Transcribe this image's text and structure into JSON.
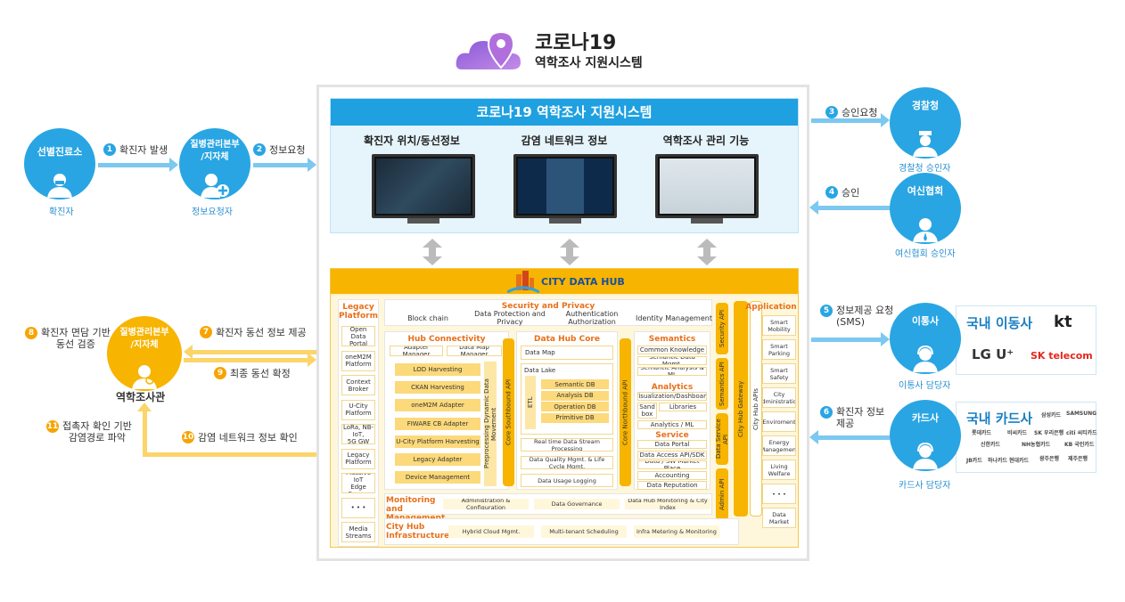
{
  "header": {
    "title": "코로나19",
    "subtitle": "역학조사 지원시스템"
  },
  "top_box": {
    "title": "코로나19 역학조사 지원시스템",
    "cols": [
      "확진자 위치/동선정보",
      "감염 네트워크 정보",
      "역학조사 관리 기능"
    ]
  },
  "left": {
    "clinic": {
      "title": "선별진료소",
      "caption": "확진자"
    },
    "kcdc_top": {
      "title": "질병관리본부\n/지자체",
      "caption": "정보요청자"
    },
    "kcdc_bottom": {
      "title": "질병관리본부\n/지자체",
      "caption": "역학조사관"
    },
    "steps": {
      "s1": "확진자 발생",
      "s2": "정보요청",
      "s7": "확진자 동선 정보 제공",
      "s8": "확진자 면담 기반\n동선 검증",
      "s9": "최종 동선 확정",
      "s10": "감염 네트워크 정보 확인",
      "s11": "접촉자 확인 기반\n감염경로 파악"
    },
    "nums": {
      "n1": "1",
      "n2": "2",
      "n7": "7",
      "n8": "8",
      "n9": "9",
      "n10": "10",
      "n11": "11"
    }
  },
  "right": {
    "police": {
      "title": "경찰청",
      "caption": "경찰청 승인자"
    },
    "credit": {
      "title": "여신협회",
      "caption": "여신협회 승인자"
    },
    "telco": {
      "title": "이통사",
      "caption": "이통사 담당자",
      "panel_title": "국내 이동사",
      "brands": [
        "kt",
        "LG U⁺",
        "SK telecom"
      ]
    },
    "card": {
      "title": "카드사",
      "caption": "카드사 담당자",
      "panel_title": "국내 카드사",
      "brands": [
        "삼성카드",
        "SAMSUNG",
        "롯데카드",
        "비씨카드",
        "SK 우리은행",
        "citi 씨티카드",
        "신한카드",
        "NH농협카드",
        "KB 국민카드",
        "JB카드",
        "하나카드",
        "현대카드",
        "광주은행",
        "제주은행"
      ]
    },
    "steps": {
      "s3": "승인요청",
      "s4": "승인",
      "s5": "정보제공 요청\n(SMS)",
      "s6": "확진자 정보\n제공"
    },
    "nums": {
      "n3": "3",
      "n4": "4",
      "n5": "5",
      "n6": "6"
    }
  },
  "cdh": {
    "logo": "CITY DATA HUB",
    "legacy": {
      "title": "Legacy\nPlatform",
      "items": [
        "Open Data\nPortal",
        "oneM2M\nPlatform",
        "Context\nBroker",
        "U-City\nPlatform",
        "LoRa, NB-IoT,\n5G GW",
        "Legacy\nPlatform",
        "Massive IoT\nEdge Server",
        "• • •",
        "Media\nStreams"
      ]
    },
    "security": {
      "title": "Security and Privacy",
      "items": [
        "Block chain",
        "Data Protection and Privacy",
        "Authentication Authorization",
        "Identity Management"
      ]
    },
    "hub_conn": {
      "title": "Hub Connectivity",
      "top": [
        "Adapter Manager",
        "Data Map Manager"
      ],
      "items": [
        "LOD Harvesting",
        "CKAN Harvesting",
        "oneM2M Adapter",
        "FIWARE CB Adapter",
        "U-City Platform Harvesting",
        "Legacy Adapter",
        "Device Management"
      ],
      "vbar": "Preprocessing Dynamic Data Movement"
    },
    "core": {
      "title": "Data Hub Core",
      "datamap": "Data Map",
      "datalake": "Data Lake",
      "etl": "ETL",
      "dbs": [
        "Semantic DB",
        "Analysis DB",
        "Operation  DB",
        "Primitive DB"
      ],
      "items": [
        "Real time Data Stream Processing",
        "Data Quality Mgmt. & Life Cycle Mgmt.",
        "Data Usage Logging"
      ],
      "south": "Core Southbound API",
      "north": "Core Northbound API"
    },
    "semantics": {
      "title": "Semantics",
      "items": [
        "Common Knowledge",
        "Semantic Data Mgmt.",
        "Semantic Analysis & ML"
      ],
      "analytics_title": "Analytics",
      "analytics": [
        "Visualization/Dashboard",
        "Sand\nbox",
        "Libraries",
        "Analytics / ML"
      ],
      "service_title": "Service",
      "service": [
        "Data Portal",
        "Data Access API/SDK",
        "Data / SW Market Place",
        "Accounting",
        "Data Reputation"
      ]
    },
    "apis": [
      "Security API",
      "Semantics API",
      "Data Service API",
      "Admin API"
    ],
    "gateway": "City Hub Gateway",
    "hub_apis": "City Hub APIs",
    "application": {
      "title": "Application",
      "items": [
        "Smart\nMobility",
        "Smart\nParking",
        "Smart\nSafety",
        "City\nAdministration",
        "Enviroment",
        "Energy\nManagement",
        "Living\nWelfare",
        "• • •",
        "Data Market"
      ]
    },
    "monitoring": {
      "title": "Monitoring and\nManagement",
      "items": [
        "Administration & Configuration",
        "Data Governance",
        "Data Hub Monitoring & City Index"
      ]
    },
    "infra": {
      "title": "City Hub\nInfrastructure",
      "items": [
        "Hybrid Cloud Mgmt.",
        "Multi-tenant Scheduling",
        "Infra Metering & Monitoring"
      ]
    }
  }
}
